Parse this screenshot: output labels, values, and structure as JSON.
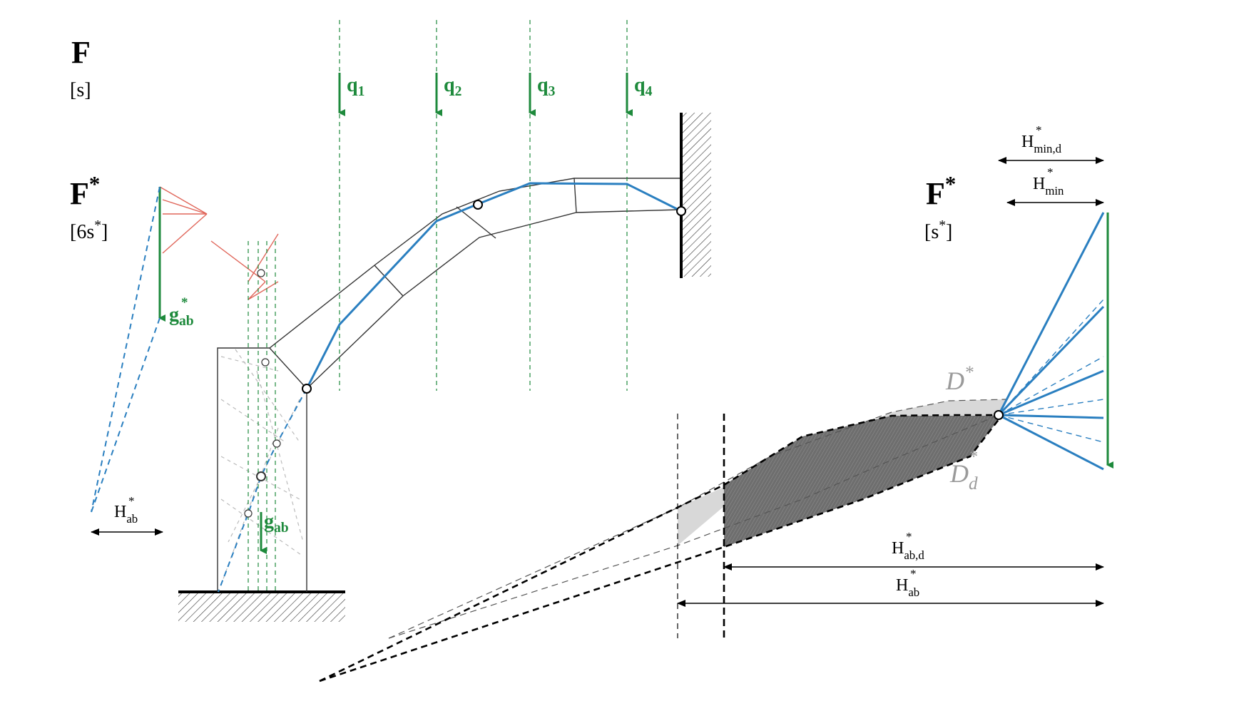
{
  "labels": {
    "F": {
      "main": "F",
      "unit": "[s]"
    },
    "F_star_left": {
      "main": "F",
      "sup": "*",
      "unit_pre": "[6s",
      "unit_sup": "*",
      "unit_post": "]"
    },
    "F_star_right": {
      "main": "F",
      "sup": "*",
      "unit_pre": "[s",
      "unit_sup": "*",
      "unit_post": "]"
    },
    "loads": [
      {
        "base": "q",
        "sub": "1"
      },
      {
        "base": "q",
        "sub": "2"
      },
      {
        "base": "q",
        "sub": "3"
      },
      {
        "base": "q",
        "sub": "4"
      }
    ],
    "g_ab_star": {
      "base": "g",
      "sub": "ab",
      "sup": "*"
    },
    "g_ab": {
      "base": "g",
      "sub": "ab"
    },
    "H_ab_left": {
      "base": "H",
      "sub": "ab",
      "sup": "*"
    },
    "H_min_d": {
      "base": "H",
      "sub": "min,d",
      "sup": "*"
    },
    "H_min": {
      "base": "H",
      "sub": "min",
      "sup": "*"
    },
    "H_ab_d": {
      "base": "H",
      "sub": "ab,d",
      "sup": "*"
    },
    "H_ab_right": {
      "base": "H",
      "sub": "ab",
      "sup": "*"
    },
    "D_star": {
      "base": "D",
      "sup": "*"
    },
    "D_d_star": {
      "base": "D",
      "sub": "d",
      "sup": "*"
    }
  },
  "colors": {
    "thrust_line": "#2a7fc0",
    "load": "#1e8a3c",
    "force_polygon_red": "#e0665a",
    "structure": "#333333",
    "shade_light": "#d8d8d8",
    "shade_dark": "#6e6e6e",
    "grey_label": "#9a9a9a"
  }
}
